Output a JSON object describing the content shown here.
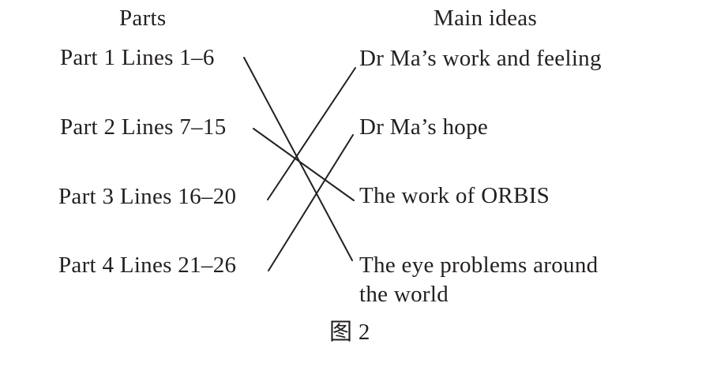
{
  "headers": {
    "parts": "Parts",
    "main_ideas": "Main ideas"
  },
  "parts": [
    "Part 1 Lines 1–6",
    "Part 2 Lines 7–15",
    "Part 3 Lines 16–20",
    "Part 4 Lines 21–26"
  ],
  "main_ideas": [
    "Dr Ma’s work and feeling",
    "Dr Ma’s hope",
    "The work of ORBIS",
    "The eye problems around",
    "the world"
  ],
  "matches": [
    {
      "part": 1,
      "idea": 4
    },
    {
      "part": 2,
      "idea": 3
    },
    {
      "part": 3,
      "idea": 1
    },
    {
      "part": 4,
      "idea": 2
    }
  ],
  "caption": "图 2"
}
